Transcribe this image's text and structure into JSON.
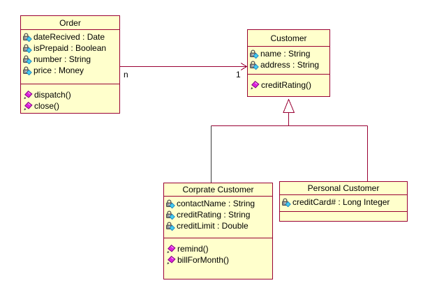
{
  "diagram": {
    "type": "uml-class-diagram",
    "classes": [
      {
        "name": "Order",
        "attributes": [
          "dateRecived : Date",
          "isPrepaid : Boolean",
          "number : String",
          "price : Money"
        ],
        "operations": [
          "dispatch()",
          "close()"
        ]
      },
      {
        "name": "Customer",
        "attributes": [
          "name : String",
          "address : String"
        ],
        "operations": [
          "creditRating()"
        ]
      },
      {
        "name": "Corprate Customer",
        "attributes": [
          "contactName : String",
          "creditRating : String",
          "creditLimit : Double"
        ],
        "operations": [
          "remind()",
          "billForMonth()"
        ]
      },
      {
        "name": "Personal Customer",
        "attributes": [
          "creditCard# : Long Integer"
        ],
        "operations": []
      }
    ],
    "relationships": {
      "association": {
        "from": "Order",
        "to": "Customer",
        "from_multiplicity": "n",
        "to_multiplicity": "1",
        "arrow": "open-arrowhead"
      },
      "generalizations": [
        {
          "parent": "Customer",
          "child": "Corprate Customer"
        },
        {
          "parent": "Customer",
          "child": "Personal Customer"
        }
      ]
    },
    "colors": {
      "background": "#FFFFFF",
      "box_fill": "#FFFFCC",
      "box_border": "#990033",
      "connector_alt": "#3A3A3A",
      "text": "#000000",
      "attribute_icon_lock": "#8A8A8A",
      "attribute_icon_diamond": "#44CCEE",
      "operation_icon_diamond": "#DD22DD"
    },
    "icons": {
      "attribute": "padlock-with-cyan-diamond",
      "operation": "magenta-diamond-brush"
    }
  }
}
